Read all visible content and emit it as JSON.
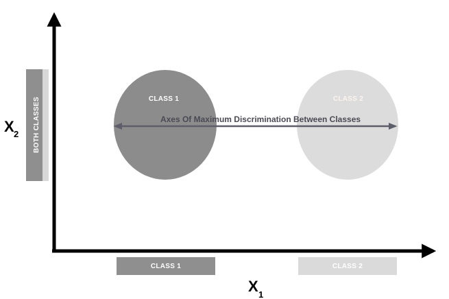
{
  "diagram": {
    "y_axis": {
      "label": "X",
      "subscript": "2"
    },
    "x_axis": {
      "label": "X",
      "subscript": "1"
    },
    "discrimination_axis_label": "Axes Of Maximum Discrimination Between Classes",
    "both_classes_label": "BOTH CLASSES",
    "class1": {
      "label": "CLASS 1",
      "projection_label": "CLASS 1",
      "color": "#8c8c8c",
      "projection_color": "#8f8f8f"
    },
    "class2": {
      "label": "CLASS 2",
      "projection_label": "CLASS 2",
      "color": "#dcdcdc",
      "projection_color": "#dadada"
    },
    "colors": {
      "axis": "#000000",
      "discrimination_arrow": "#5e5e6a",
      "discrimination_text": "#4a4a55",
      "both_bar_dark": "#8f8f8f",
      "both_bar_light": "#d8d8d8"
    }
  }
}
